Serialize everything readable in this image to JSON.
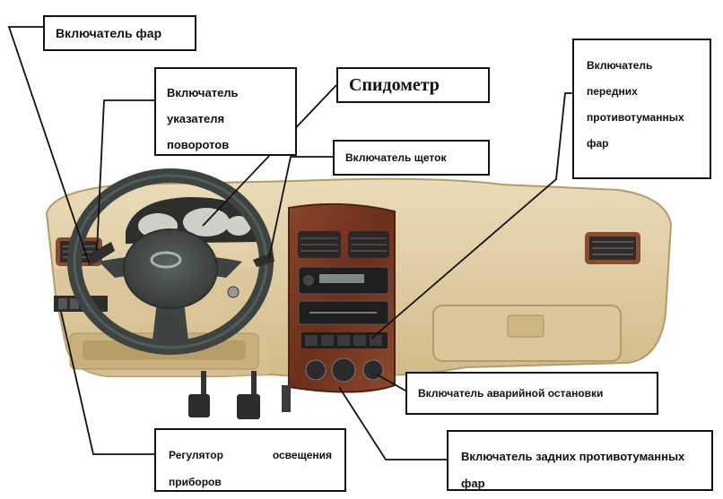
{
  "callouts": {
    "headlight_switch": "Включатель фар",
    "turn_signal_switch": [
      "Включатель",
      "указателя",
      "поворотов"
    ],
    "speedometer": "Спидометр",
    "wiper_switch": "Включатель щеток",
    "front_fog_switch": [
      "Включатель",
      "передних",
      "противотуманных",
      "фар"
    ],
    "hazard_switch": "Включатель аварийной остановки",
    "instrument_dimmer": [
      "Регулятор",
      "освещения",
      "приборов"
    ],
    "rear_fog_switch": [
      "Включатель задних противотуманных",
      "фар"
    ]
  },
  "colors": {
    "dashboard": "#e2cfa5",
    "dashboard_shadow": "#bfa676",
    "wood_panel": "#7a3a22",
    "steering_wheel": "#3c4341",
    "leader_line": "#111111"
  }
}
